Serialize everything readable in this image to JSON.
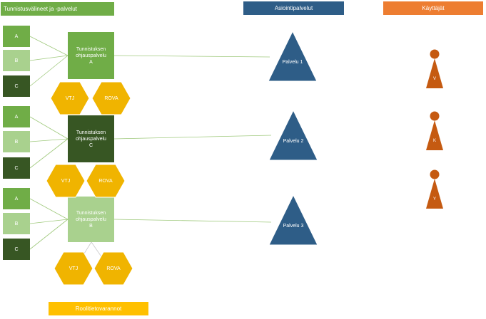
{
  "headers": {
    "tunnistus": "Tunnistusvälineet ja -palvelut",
    "asiointi": "Asiointipalvelut",
    "kayttajat": "Käyttäjät",
    "roolitieto": "Roolitietovarannot"
  },
  "auth_means": {
    "group1": [
      "A",
      "B",
      "C"
    ],
    "group2": [
      "A",
      "B",
      "C"
    ],
    "group3": [
      "A",
      "B",
      "C"
    ]
  },
  "routers": [
    {
      "line1": "Tunnistuksen",
      "line2": "ohjauspalvelu",
      "line3": "A"
    },
    {
      "line1": "Tunnistuksen",
      "line2": "ohjauspalvelu",
      "line3": "C"
    },
    {
      "line1": "Tunnistuksen",
      "line2": "ohjauspalvelu",
      "line3": "B"
    }
  ],
  "registries": {
    "set1": [
      "VTJ",
      "ROVA"
    ],
    "set2": [
      "VTJ",
      "ROVA"
    ],
    "set3": [
      "VTJ",
      "ROVA"
    ]
  },
  "services": [
    "Palvelu 1",
    "Palvelu 2",
    "Palvelu 3"
  ],
  "users": [
    "V",
    "K",
    "Y"
  ],
  "colors": {
    "green_header": "#70ad47",
    "blue_header": "#2e5d87",
    "orange_header": "#ed7d31",
    "yellow_header": "#ffc000",
    "green_mid": "#70ad47",
    "green_light": "#a9d18e",
    "green_dark": "#375623",
    "hex_gold": "#f0b400",
    "service_blue": "#2e5d87",
    "user_orange": "#c55a11"
  }
}
